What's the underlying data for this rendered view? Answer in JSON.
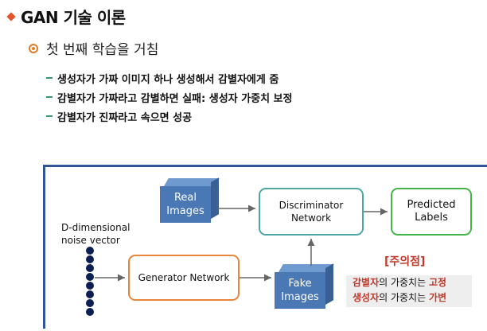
{
  "header": {
    "title": "GAN 기술 이론",
    "subtitle": "첫 번째 학습을 거침"
  },
  "bullets": [
    "생성자가 가짜 이미지 하나 생성해서 감별자에게 줌",
    "감별자가 가짜라고 감별하면 실패: 생성자 가중치 보정",
    "감별자가 진짜라고 속으면 성공"
  ],
  "diagram": {
    "noise_label_1": "D-dimensional",
    "noise_label_2": "noise vector",
    "real_1": "Real",
    "real_2": "Images",
    "fake_1": "Fake",
    "fake_2": "Images",
    "discriminator_1": "Discriminator",
    "discriminator_2": "Network",
    "predicted_1": "Predicted",
    "predicted_2": "Labels",
    "generator": "Generator Network"
  },
  "warning": {
    "title": "[주의점]",
    "line1_a": "감별자",
    "line1_b": "의 가중치는 ",
    "line1_c": "고정",
    "line2_a": "생성자",
    "line2_b": "의 가중치는 ",
    "line2_c": "가변"
  },
  "colors": {
    "accent": "#e3572f",
    "frame": "#2f5597",
    "warn": "#c0392b"
  }
}
